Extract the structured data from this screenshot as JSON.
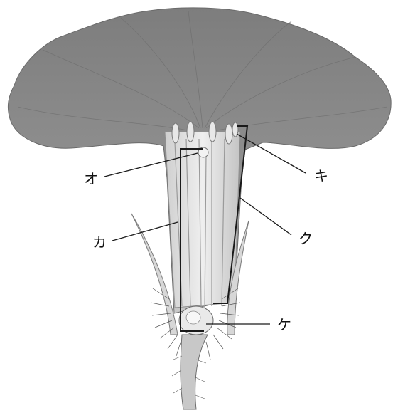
{
  "labels": {
    "o": "オ",
    "ka": "カ",
    "ki": "キ",
    "ku": "ク",
    "ke": "ケ"
  },
  "colors": {
    "petal": "#8a8a8a",
    "petal_dark": "#6f6f6f",
    "tube": "#d9d9d9",
    "line": "#1a1a1a"
  }
}
